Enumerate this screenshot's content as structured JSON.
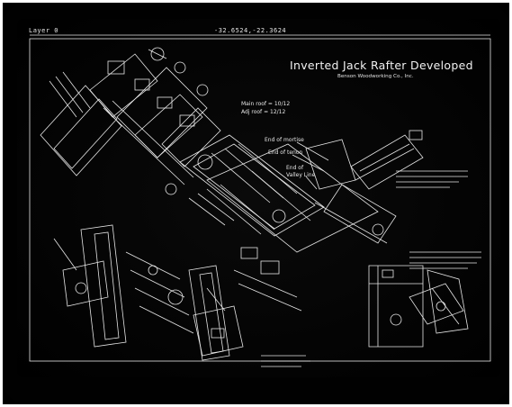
{
  "status_bar": {
    "layer": "Layer 0",
    "coordinates": "-32.6524,-22.3624"
  },
  "drawing": {
    "title": "Inverted Jack Rafter Developed",
    "subtitle": "Benson Woodworking Co., Inc.",
    "main_roof": "Main roof = 10/12",
    "adj_roof": "Adj roof = 12/12",
    "annotations": {
      "end_of_mortise": "End of mortise",
      "end_of_tenon": "End of tenon",
      "end_of_valley_line_1": "End of",
      "end_of_valley_line_2": "Valley Line"
    }
  },
  "colors": {
    "screen_bg": "#020202",
    "line_color": "#e8e8e8"
  }
}
